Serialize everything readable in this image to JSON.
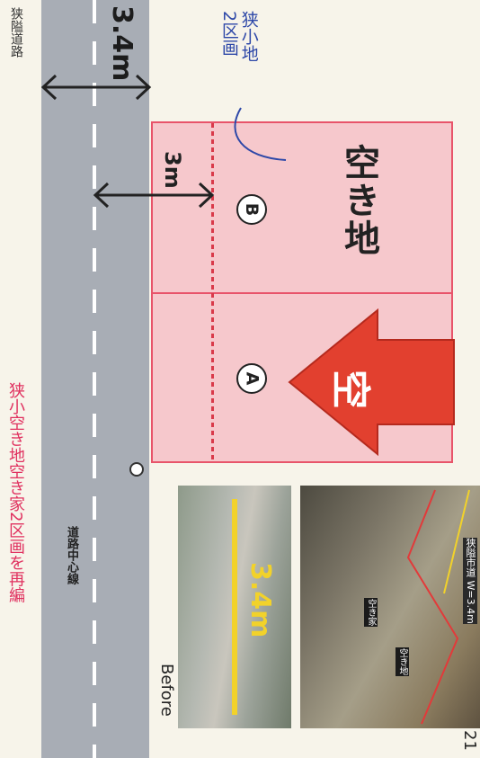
{
  "heading": "狭小空き地空き家2区画を再編",
  "road": {
    "type_label": "狭隘道路",
    "centerline_label": "道路中心線",
    "width_label": "3.4m"
  },
  "lots": {
    "setback_label": "3m",
    "a_label": "A",
    "b_label": "B",
    "vacant_land_label": "空き地",
    "vacant_house_char": "空",
    "small_lots_line1": "狭小地",
    "small_lots_line2": "2区画"
  },
  "photos": {
    "before_label": "Before",
    "road_width_label": "3.4m",
    "tag_akiya": "空き家",
    "tag_akichi": "空き地",
    "tag_road": "狭隘市道 W=3.4m"
  },
  "page_number": "21",
  "colors": {
    "lot_fill": "#f6c8cc",
    "lot_border": "#e8546a",
    "arrow_red": "#e2402f",
    "road_gray": "#a8adb5",
    "accent_blue": "#2e48a8",
    "heading_pink": "#e0305f",
    "photo_yellow": "#f2d22a"
  }
}
